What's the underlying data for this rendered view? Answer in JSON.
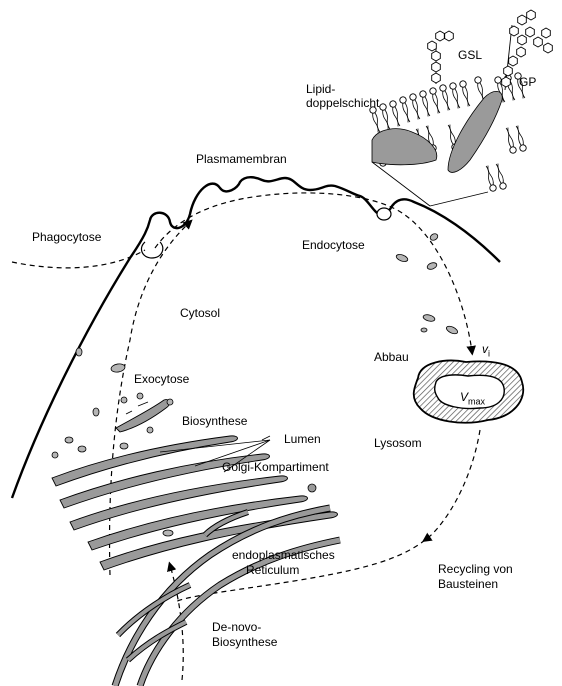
{
  "labels": {
    "gsl": "GSL",
    "gp": "GP",
    "lipid_line1": "Lipid-",
    "lipid_line2": "doppelschicht",
    "plasmamembran": "Plasmamembran",
    "phagocytose": "Phagocytose",
    "endocytose": "Endocytose",
    "cytosol": "Cytosol",
    "abbau": "Abbau",
    "vi_main": "v",
    "vi_sub": "i",
    "vmax_main": "V",
    "vmax_sub": "max",
    "exocytose": "Exocytose",
    "biosynthese": "Biosynthese",
    "lumen": "Lumen",
    "lysosom": "Lysosom",
    "golgi": "Golgi-Kompartiment",
    "er_line1": "endoplasmatisches",
    "er_line2": "Reticulum",
    "recycling_line1": "Recycling von",
    "recycling_line2": "Bausteinen",
    "denovo_line1": "De-novo-",
    "denovo_line2": "Biosynthese"
  },
  "colors": {
    "ink": "#000000",
    "membrane_fill": "#9a9a9a",
    "vesicle_fill": "#b5b5b5",
    "lysosome_hatch": "#555555"
  }
}
